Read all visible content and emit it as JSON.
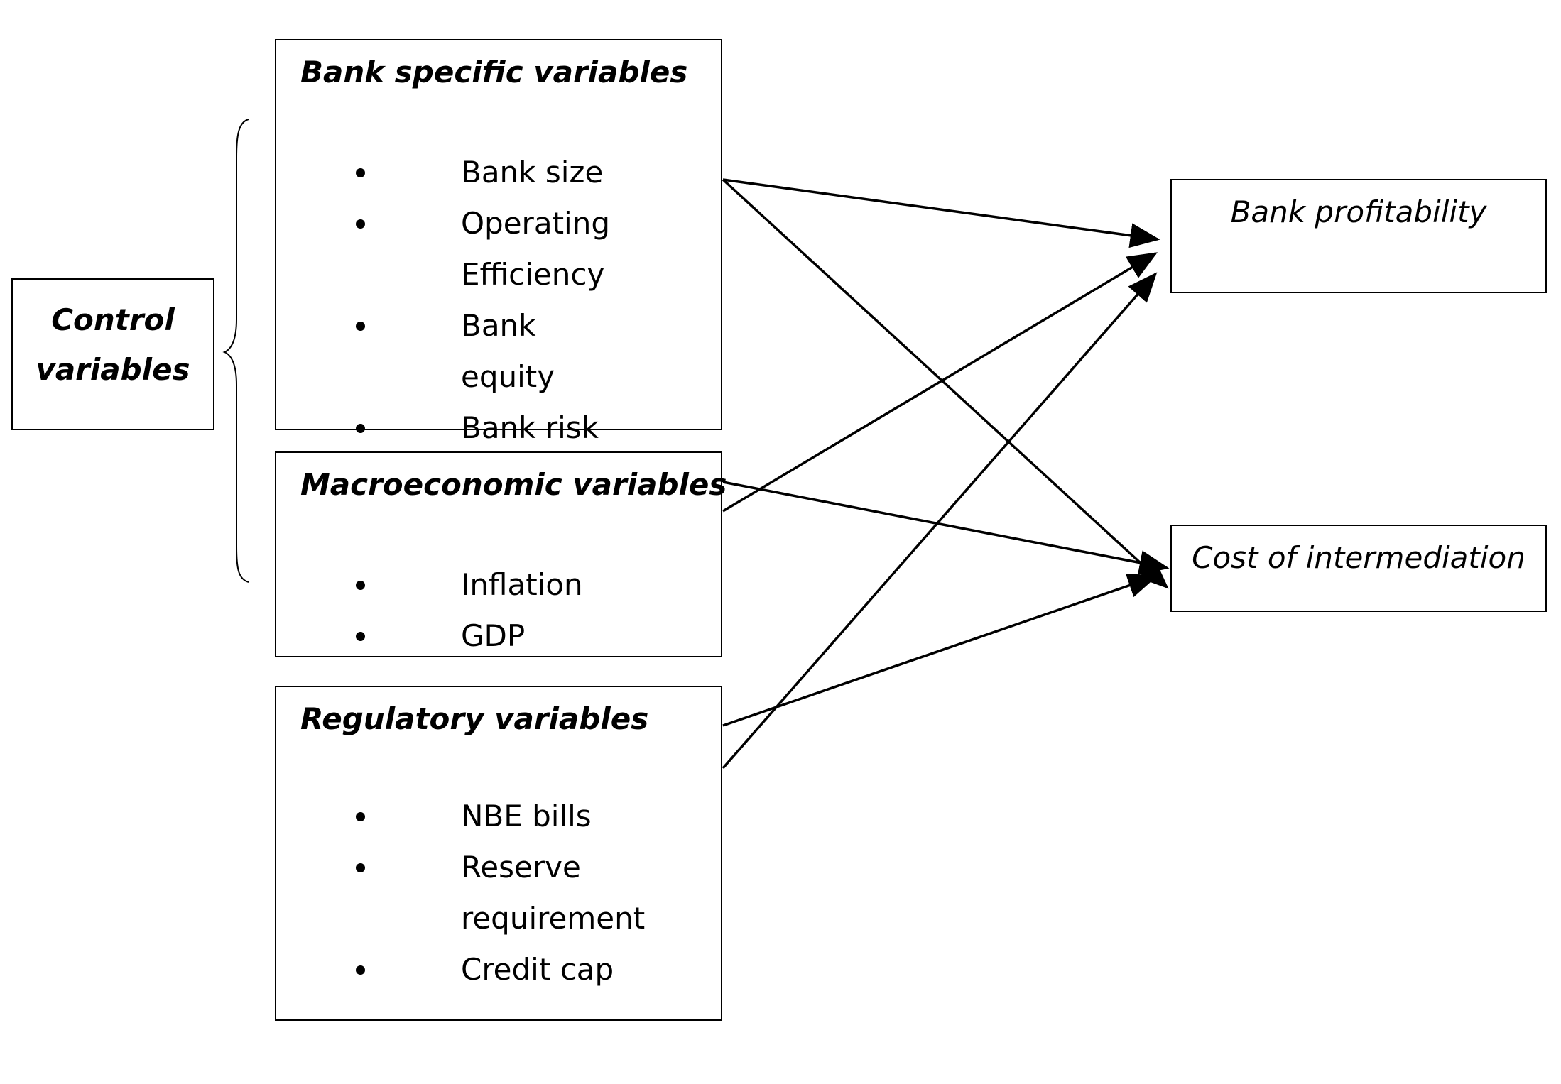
{
  "control_box": {
    "label_line1": "Control",
    "label_line2": "variables"
  },
  "groups": {
    "bank_specific": {
      "heading": "Bank specific variables",
      "items": [
        "Bank size",
        "Operating Efficiency",
        "Bank equity",
        "Bank risk"
      ]
    },
    "macroeconomic": {
      "heading": "Macroeconomic variables",
      "items": [
        "Inflation",
        "GDP"
      ]
    },
    "regulatory": {
      "heading": "Regulatory variables",
      "items": [
        "NBE bills",
        "Reserve requirement",
        "Credit cap"
      ]
    }
  },
  "outcomes": {
    "profitability": "Bank profitability",
    "intermediation": "Cost of intermediation"
  },
  "links": [
    {
      "from": "Bank specific variables",
      "to": "Bank profitability"
    },
    {
      "from": "Bank specific variables",
      "to": "Cost of intermediation"
    },
    {
      "from": "Macroeconomic variables",
      "to": "Bank profitability"
    },
    {
      "from": "Macroeconomic variables",
      "to": "Cost of intermediation"
    },
    {
      "from": "Regulatory variables",
      "to": "Bank profitability"
    },
    {
      "from": "Regulatory variables",
      "to": "Cost of intermediation"
    }
  ]
}
